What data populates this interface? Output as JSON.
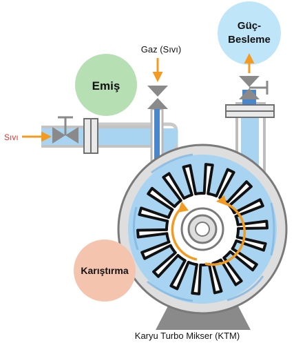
{
  "labels": {
    "emis": "Emiş",
    "guc_line1": "Güç-",
    "guc_line2": "Besleme",
    "gaz": "Gaz (Sıvı)",
    "sivi": "Sıvı",
    "karistirma": "Karıştırma",
    "caption": "Karyu Turbo Mikser  (KTM)"
  },
  "colors": {
    "emis_circle": "#b6e0b4",
    "guc_circle": "#bfe6f8",
    "karistirma_circle": "#f5c4ae",
    "arrow_orange": "#f39a21",
    "liquid_blue": "#a8d4f1",
    "dark_blue": "#4a86cc",
    "casing_gray": "#dedede",
    "base_gray": "#8a8a8a",
    "sivi_text": "#e2322a"
  },
  "icons": {
    "inlet_valve": "gate-valve-icon",
    "gas_valve": "gate-valve-icon",
    "outlet_valve": "gate-valve-icon",
    "rotation": "rotation-arrow-icon"
  }
}
